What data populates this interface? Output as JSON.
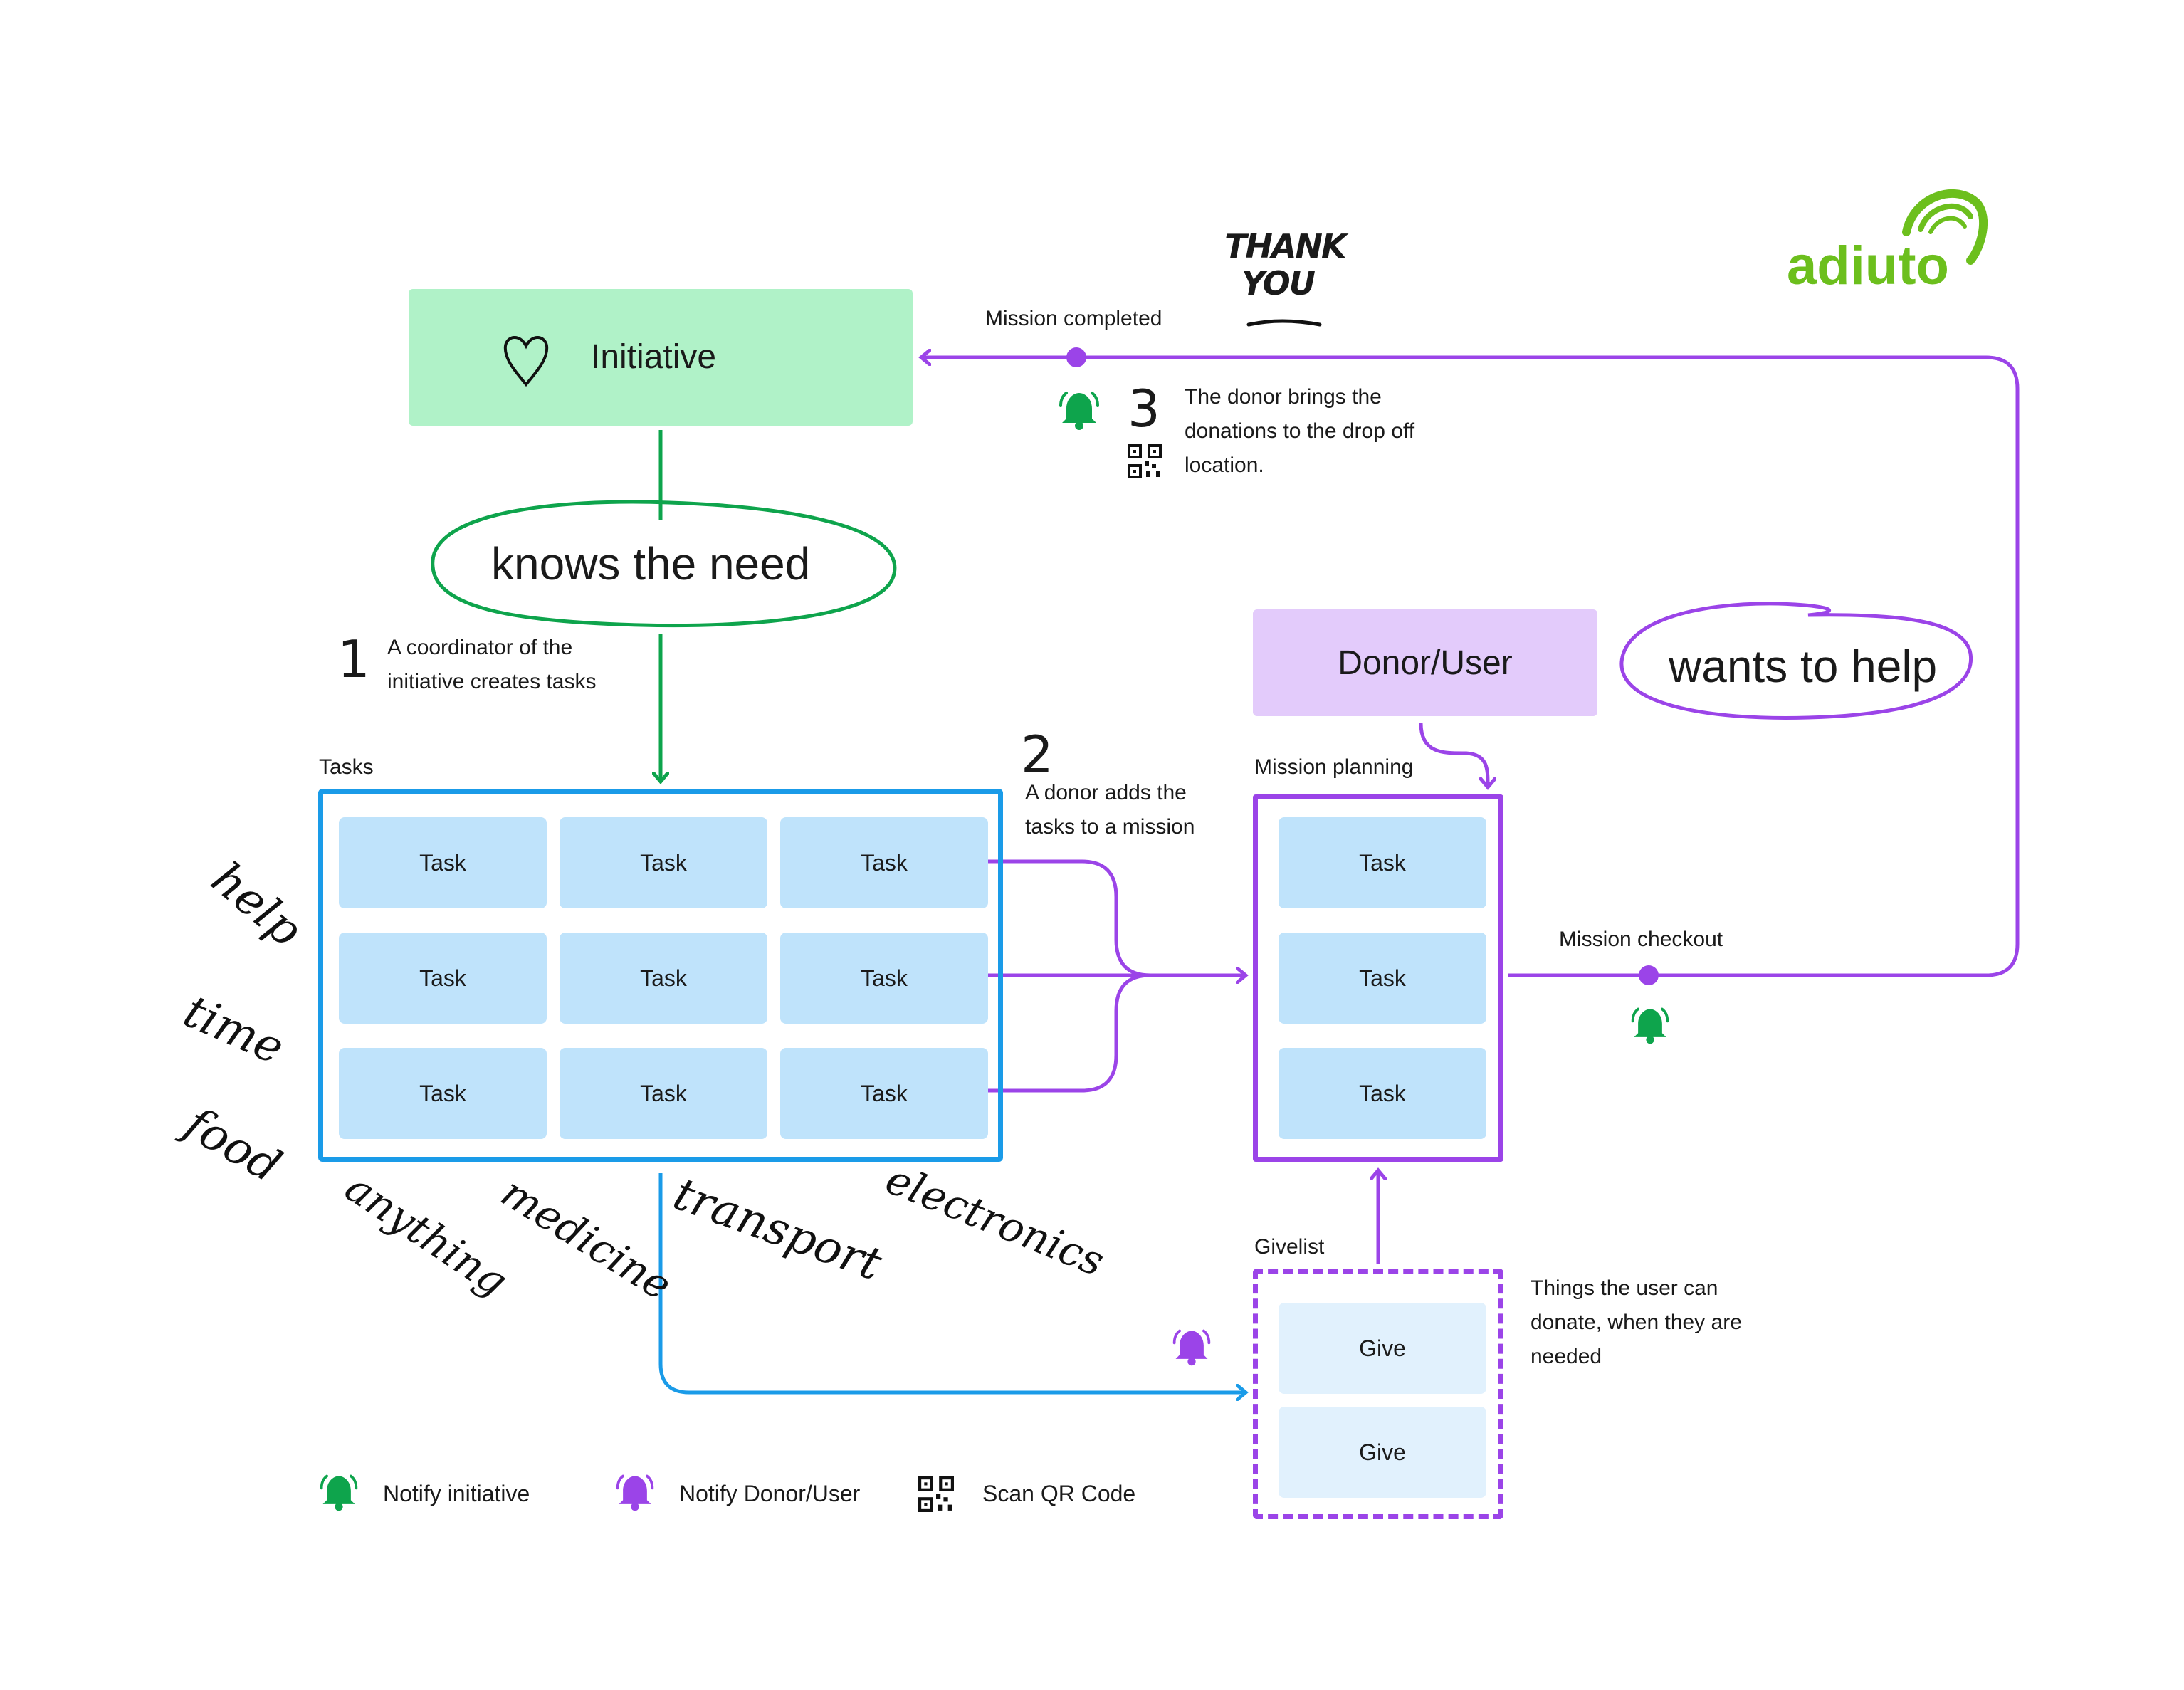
{
  "brand": {
    "name": "adiuto",
    "color": "#6cbf1d"
  },
  "colors": {
    "initiative_green": "#0ea44c",
    "tasks_blue": "#1a9be8",
    "donor_purple": "#9b44e8"
  },
  "thank_you": "THANK YOU",
  "initiative": {
    "label": "Initiative",
    "icon": "heart-icon"
  },
  "knows_need": "knows the need",
  "step1": {
    "number": "1",
    "line1": "A coordinator of the",
    "line2": "initiative  creates tasks"
  },
  "tasks": {
    "title": "Tasks",
    "items": [
      "Task",
      "Task",
      "Task",
      "Task",
      "Task",
      "Task",
      "Task",
      "Task",
      "Task"
    ]
  },
  "step2": {
    "number": "2",
    "line1": "A donor adds the",
    "line2": "tasks to a mission"
  },
  "donor": {
    "label": "Donor/User"
  },
  "wants_help": "wants to help",
  "mission_planning": {
    "title": "Mission planning",
    "items": [
      "Task",
      "Task",
      "Task"
    ]
  },
  "mission_checkout": "Mission checkout",
  "mission_completed": "Mission completed",
  "step3": {
    "number": "3",
    "line1": "The donor brings the",
    "line2": "donations to the drop off",
    "line3": "location."
  },
  "givelist": {
    "title": "Givelist",
    "items": [
      "Give",
      "Give"
    ]
  },
  "givelist_note": {
    "line1": "Things the user can",
    "line2": "donate, when they are",
    "line3": "needed"
  },
  "handwritten_left": [
    "help",
    "time",
    "food"
  ],
  "handwritten_bottom": [
    "anything",
    "medicine",
    "transport",
    "electronics"
  ],
  "legend": {
    "notify_initiative": "Notify initiative",
    "notify_donor": "Notify Donor/User",
    "scan_qr": "Scan QR Code"
  }
}
